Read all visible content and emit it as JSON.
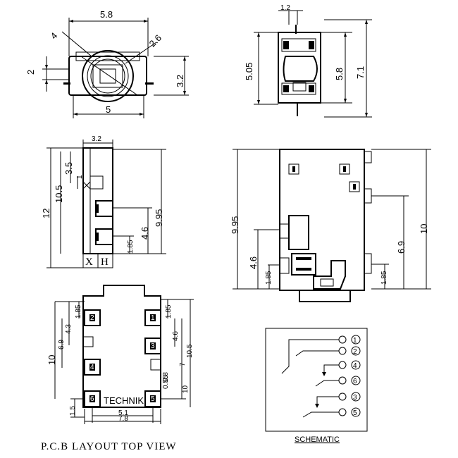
{
  "front_view": {
    "dims": {
      "top": "5.8",
      "dia_small": "4",
      "dia_large": "2.6",
      "left": "2",
      "right": "3.2",
      "bottom": "5"
    }
  },
  "side_view": {
    "dims": {
      "top": "1.2",
      "left": "5.05",
      "right_inner": "5.8",
      "right_outer": "7.1"
    }
  },
  "left_view": {
    "dims": {
      "top": "3.2",
      "d1": "3.5",
      "d2": "1",
      "d3": "10.5",
      "d4": "12",
      "d5": "9.95",
      "d6": "4.6",
      "d7": "1.85"
    },
    "label_x": "X",
    "label_h": "H"
  },
  "body_view": {
    "dims": {
      "left_outer": "9.95",
      "left_inner": "4.6",
      "left_bottom": "1.85",
      "right_inner": "6.9",
      "right_outer": "10",
      "right_bottom": "1.85"
    }
  },
  "pcb_layout": {
    "dims": {
      "l1": "1.85",
      "l2": "4.3",
      "l3": "6.9",
      "l4": "10",
      "l5": "1.5",
      "r1": "1.85",
      "r2": "4.6",
      "r3": "7",
      "r4": "10.5",
      "r5": "10",
      "small1": "0.8",
      "small2": "0.55",
      "b1": "5.1",
      "b2": "7.8"
    },
    "pins_left": [
      "2",
      "4",
      "6",
      ""
    ],
    "pins_right": [
      "1",
      "3",
      "5",
      ""
    ],
    "brand": "TECHNIK",
    "caption": "P.C.B LAYOUT   TOP VIEW"
  },
  "schematic": {
    "pins": [
      "1",
      "2",
      "4",
      "6",
      "3",
      "5"
    ],
    "caption": "SCHEMATIC"
  }
}
